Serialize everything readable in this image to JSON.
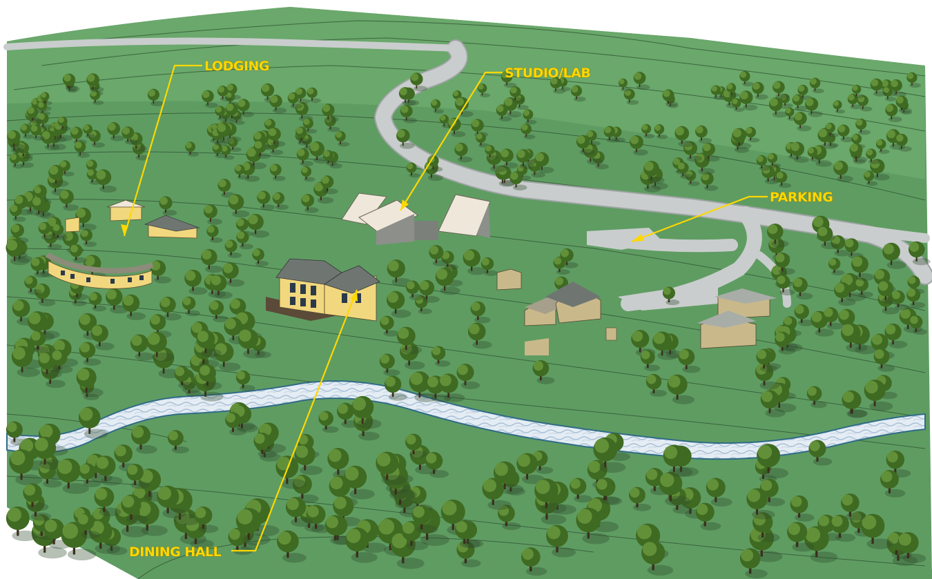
{
  "colors": {
    "terrain": "#5f9c62",
    "terrain_light": "#6fae70",
    "base_side": "#7d8a86",
    "path": "#c9cdcd",
    "river": "#dfe8f2",
    "river_edge": "#2f6b86",
    "tree_dark": "#3f6a22",
    "tree_light": "#6b9a3e",
    "roof_light": "#efe8da",
    "roof_grey": "#6f7672",
    "wall_yellow": "#f1d77e",
    "wall_tan": "#c9b98a",
    "callout": "#ffd800"
  },
  "callouts": {
    "lodging": "LODGING",
    "studio_lab": "STUDIO/LAB",
    "parking": "PARKING",
    "dining_hall": "DINING HALL"
  }
}
